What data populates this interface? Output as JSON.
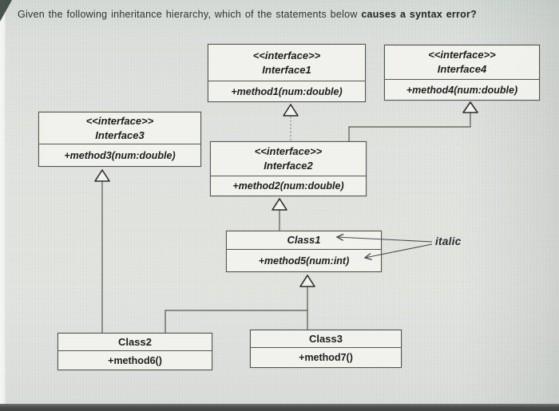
{
  "question": {
    "prefix": "Given the following inheritance hierarchy, which of the statements below ",
    "emphasis": "causes a syntax error?"
  },
  "diagram": {
    "annotation": "italic",
    "boxes": [
      {
        "stereotype": "<<interface>>",
        "name": "Interface1",
        "members": [
          "+method1(num:double)"
        ]
      },
      {
        "stereotype": "<<interface>>",
        "name": "Interface4",
        "members": [
          "+method4(num:double)"
        ]
      },
      {
        "stereotype": "<<interface>>",
        "name": "Interface3",
        "members": [
          "+method3(num:double)"
        ]
      },
      {
        "stereotype": "<<interface>>",
        "name": "Interface2",
        "members": [
          "+method2(num:double)"
        ]
      },
      {
        "name": "Class1",
        "members": [
          "+method5(num:int)"
        ]
      },
      {
        "name": "Class2",
        "members": [
          "+method6()"
        ]
      },
      {
        "name": "Class3",
        "members": [
          "+method7()"
        ]
      }
    ],
    "relationships": [
      {
        "from": "Interface2",
        "to": "Interface1",
        "type": "generalization"
      },
      {
        "from": "Interface2",
        "to": "Interface4",
        "type": "generalization"
      },
      {
        "from": "Class1",
        "to": "Interface2",
        "type": "generalization"
      },
      {
        "from": "Class2",
        "to": "Interface3",
        "type": "generalization"
      },
      {
        "from": "Class2",
        "to": "Class1",
        "type": "generalization"
      },
      {
        "from": "Class3",
        "to": "Class1",
        "type": "generalization"
      },
      {
        "from": "annotation-italic",
        "to": "Class1 name, +method5(num:int)",
        "type": "callout-arrows"
      }
    ]
  }
}
